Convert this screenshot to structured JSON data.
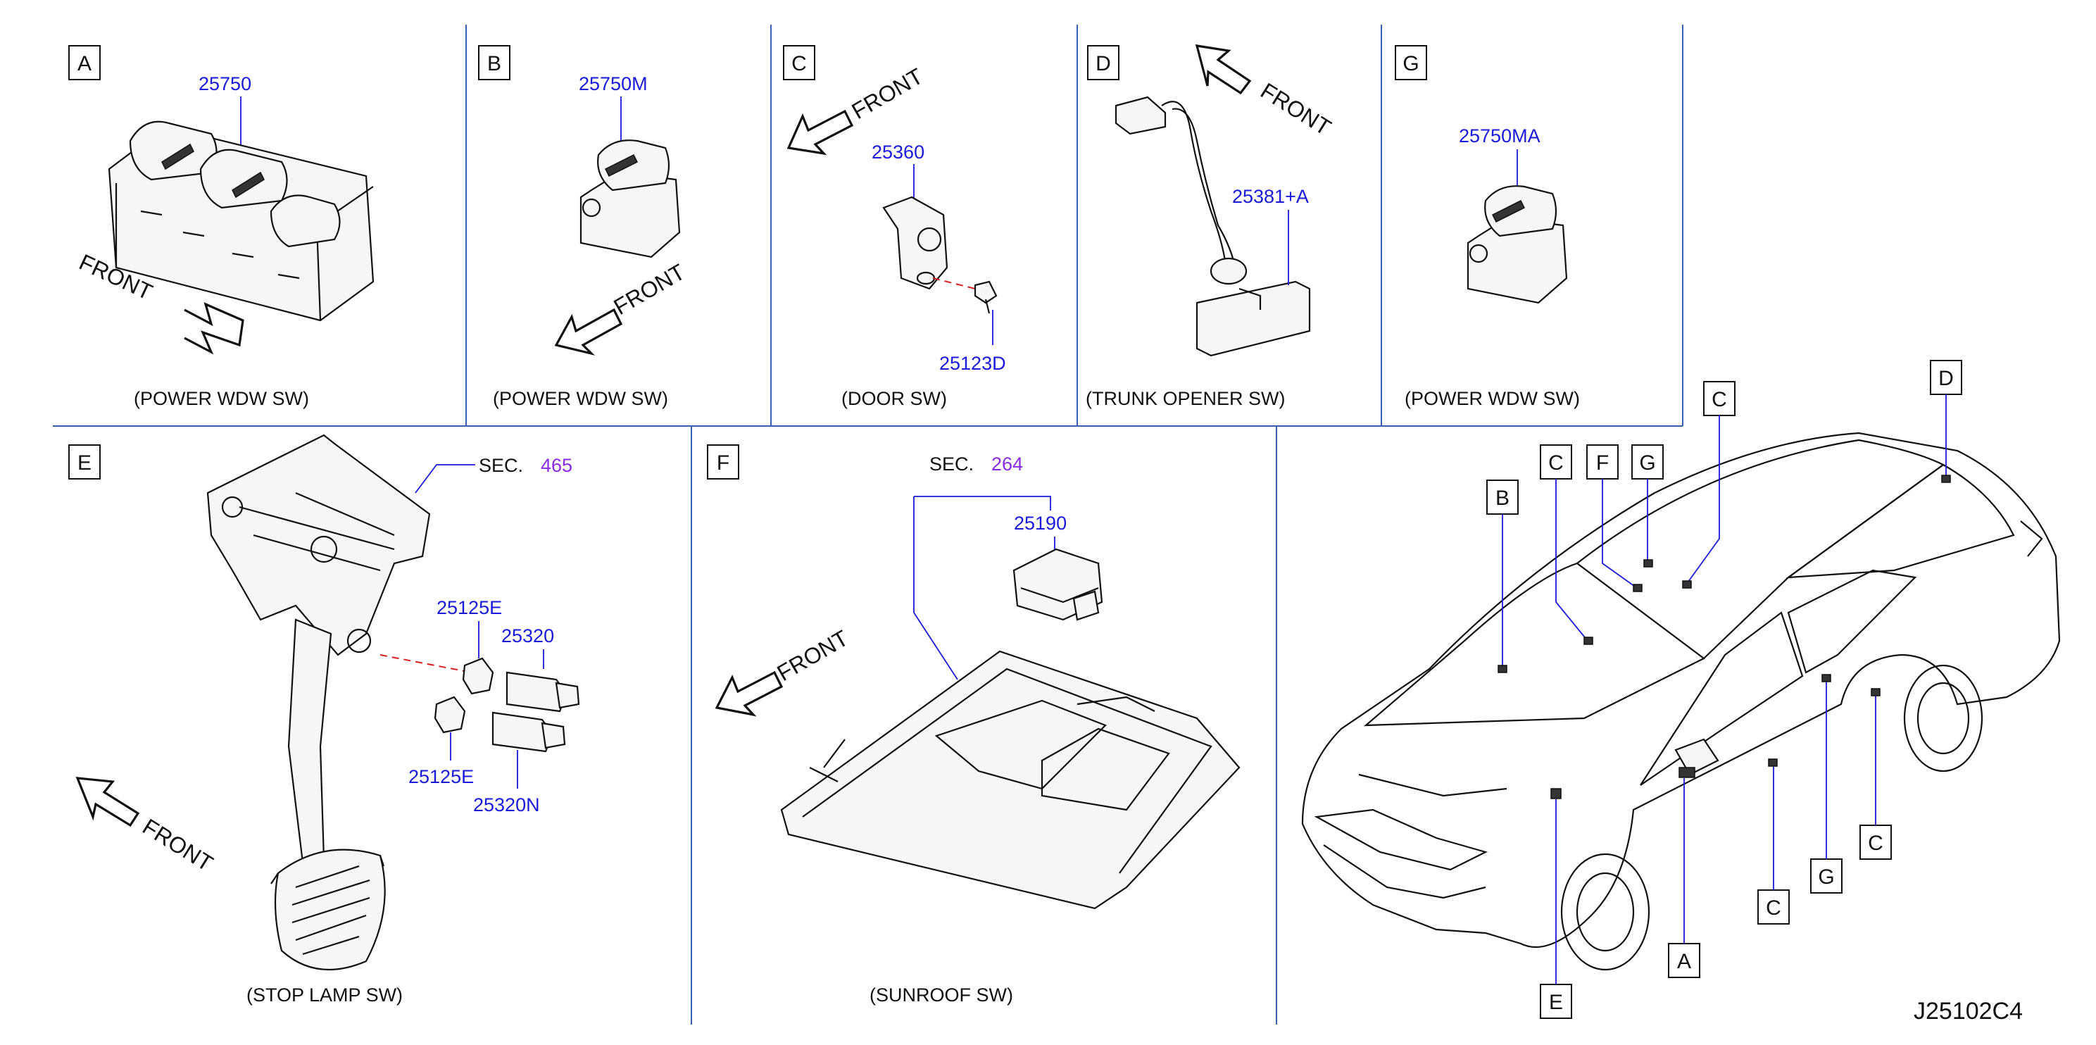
{
  "diagram": {
    "drawing_code": "J25102C4",
    "front_label": "FRONT",
    "panels": {
      "A": {
        "letter": "A",
        "part": "25750",
        "caption": "(POWER   WDW   SW)"
      },
      "B": {
        "letter": "B",
        "part": "25750M",
        "caption": "(POWER   WDW   SW)"
      },
      "C": {
        "letter": "C",
        "part_switch": "25360",
        "part_screw": "25123D",
        "caption": "(DOOR   SW)"
      },
      "D": {
        "letter": "D",
        "part": "25381+A",
        "caption": "(TRUNK   OPENER   SW)"
      },
      "G": {
        "letter": "G",
        "part": "25750MA",
        "caption": "(POWER   WDW   SW)"
      },
      "E": {
        "letter": "E",
        "sec_label": "SEC.",
        "sec_num": "465",
        "part_bush_top": "25125E",
        "part_switch_top": "25320",
        "part_bush_bottom": "25125E",
        "part_switch_bottom": "25320N",
        "caption": "(STOP   LAMP   SW)"
      },
      "F": {
        "letter": "F",
        "sec_label": "SEC.",
        "sec_num": "264",
        "part": "25190",
        "caption": "(SUNROOF   SW)"
      }
    },
    "vehicle_callouts": [
      "B",
      "C",
      "F",
      "G",
      "C",
      "D",
      "A",
      "E",
      "C",
      "G",
      "C"
    ]
  },
  "colors": {
    "part_number": "#1a1adb",
    "section_number": "#8a2be2",
    "divider": "#3b5fb0",
    "leader_dash": "#d62020"
  }
}
